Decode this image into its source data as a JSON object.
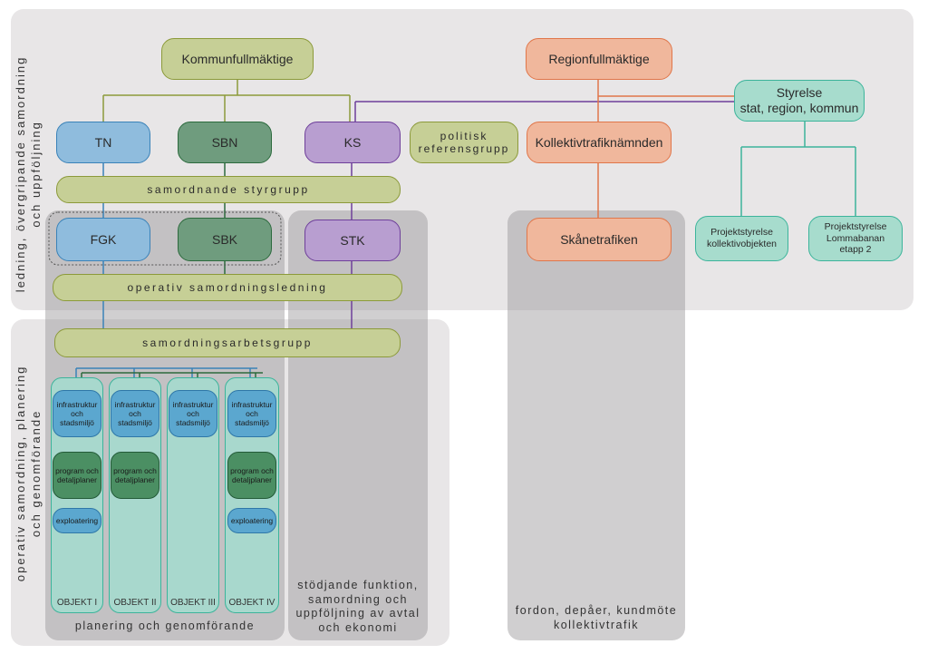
{
  "zones": {
    "top_label": "ledning, övergripande samordning och uppföljning",
    "bottom_label": "operativ samordning, planering och genomförande",
    "planning_label": "planering och genomförande",
    "support_label": "stödjande funktion, samordning och uppföljning av avtal och ekonomi",
    "vehicles_label": "fordon, depåer, kundmöte kollektivtrafik"
  },
  "nodes": {
    "kommunfullmaktige": "Kommunfullmäktige",
    "regionfullmaktige": "Regionfullmäktige",
    "styrelse_title": "Styrelse",
    "styrelse_sub": "stat, region, kommun",
    "tn": "TN",
    "sbn": "SBN",
    "ks": "KS",
    "politisk": "politisk referensgrupp",
    "kollektivtrafiknamnden": "Kollektivtrafiknämnden",
    "samordnande_styrgrupp": "samordnande styrgrupp",
    "fgk": "FGK",
    "sbk": "SBK",
    "stk": "STK",
    "skanetrafiken": "Skånetrafiken",
    "projektstyrelse_kollektiv": "Projektstyrelse kollektivobjekten",
    "projektstyrelse_lomma": "Projektstyrelse Lommabanan etapp 2",
    "operativ_samordningsledning": "operativ samordningsledning",
    "samordningsarbetsgrupp": "samordningsarbetsgrupp"
  },
  "objects": [
    {
      "label": "OBJEKT I",
      "infra": "infrastruktur och stadsmiljö",
      "program": "program och detaljplaner",
      "exploatering": "exploatering"
    },
    {
      "label": "OBJEKT II",
      "infra": "infrastruktur och stadsmiljö",
      "program": "program och detaljplaner"
    },
    {
      "label": "OBJEKT III",
      "infra": "infrastruktur och stadsmiljö"
    },
    {
      "label": "OBJEKT IV",
      "infra": "infrastruktur och stadsmiljö",
      "program": "program och detaljplaner",
      "exploatering": "exploatering"
    }
  ],
  "colors": {
    "olive": "#8c9a3a",
    "blue": "#3a82b8",
    "purple": "#6e3f9a",
    "salmon": "#e0764a",
    "teal": "#3cb49b"
  }
}
